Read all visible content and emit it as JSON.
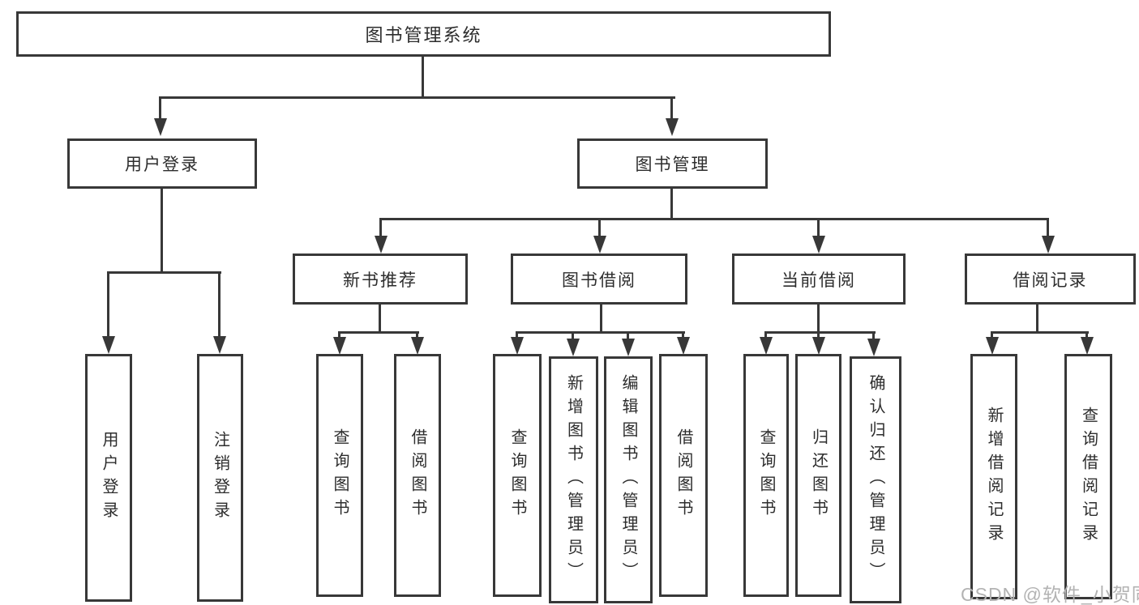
{
  "diagram": {
    "type": "hierarchy-tree",
    "colors": {
      "line": "#383838",
      "text": "#2d2d2d",
      "watermark": "#b3b3b3",
      "background": "#ffffff"
    }
  },
  "tree": {
    "root": {
      "label": "图书管理系统"
    },
    "children": [
      {
        "label": "用户登录",
        "leaves": [
          "用户登录",
          "注销登录"
        ]
      },
      {
        "label": "图书管理",
        "children": [
          {
            "label": "新书推荐",
            "leaves": [
              "查询图书",
              "借阅图书"
            ]
          },
          {
            "label": "图书借阅",
            "leaves": [
              "查询图书",
              "新增图书（管理员）",
              "编辑图书（管理员）",
              "借阅图书"
            ]
          },
          {
            "label": "当前借阅",
            "leaves": [
              "查询图书",
              "归还图书",
              "确认归还（管理员）"
            ]
          },
          {
            "label": "借阅记录",
            "leaves": [
              "新增借阅记录",
              "查询借阅记录"
            ]
          }
        ]
      }
    ]
  },
  "watermark": {
    "text": "CSDN @软件_小贺同学"
  }
}
